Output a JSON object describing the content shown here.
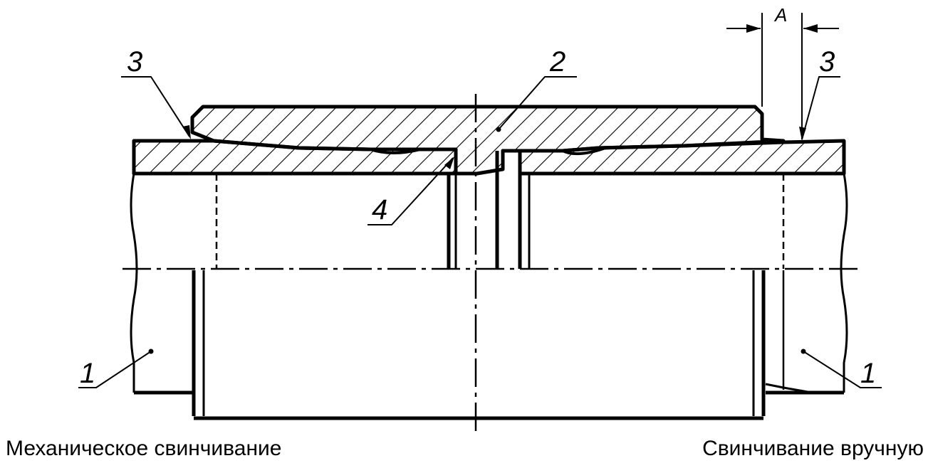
{
  "labels": {
    "pipe": "1",
    "coupling": "2",
    "thread_end": "3",
    "gap": "4",
    "dimension": "A"
  },
  "captions": {
    "left": "Механическое свинчивание",
    "right": "Свинчивание вручную"
  }
}
